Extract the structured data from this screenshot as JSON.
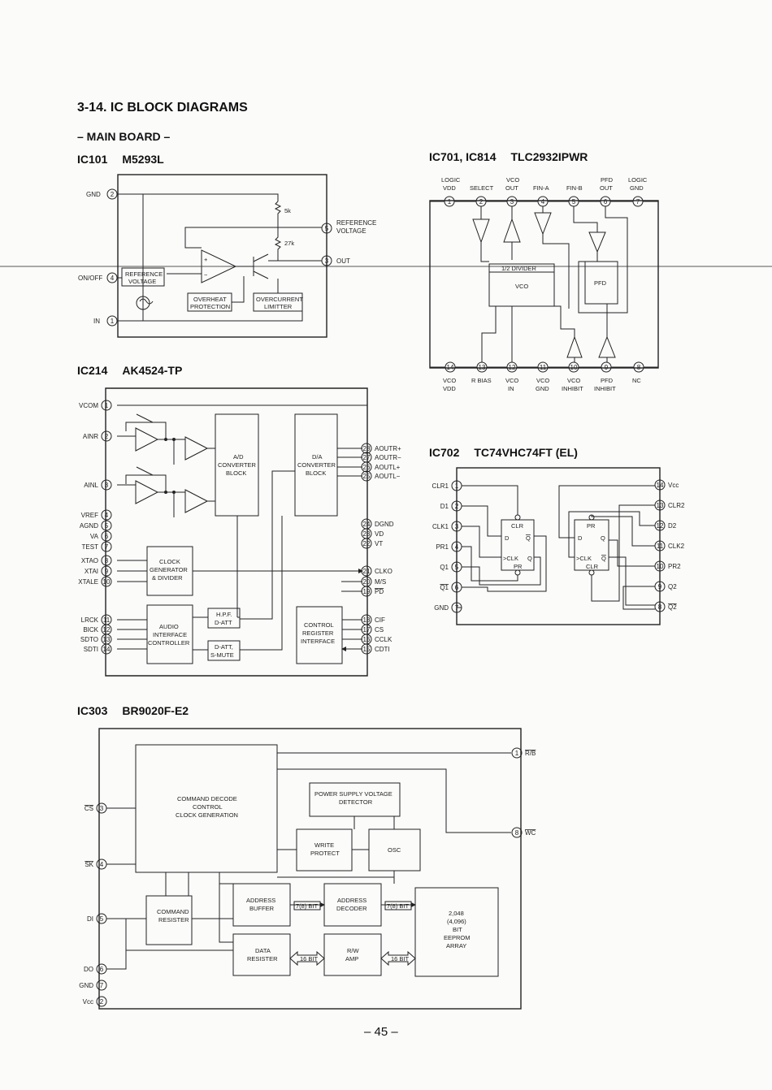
{
  "page": {
    "section_title": "3-14. IC BLOCK DIAGRAMS",
    "board_title": "– MAIN BOARD –",
    "page_number": "– 45 –"
  },
  "ic101": {
    "ref": "IC101",
    "part": "M5293L",
    "pins": [
      {
        "num": "2",
        "label": "GND"
      },
      {
        "num": "5",
        "label": "REFERENCE VOLTAGE"
      },
      {
        "num": "3",
        "label": "OUT"
      },
      {
        "num": "4",
        "label": "ON/OFF"
      },
      {
        "num": "1",
        "label": "IN"
      }
    ],
    "resistors": [
      "5k",
      "27k"
    ],
    "blocks": {
      "reference_voltage": "REFERENCE VOLTAGE",
      "overheat_protection": "OVERHEAT PROTECTION",
      "overcurrent_limitter": "OVERCURRENT LIMITTER"
    }
  },
  "ic701": {
    "ref": "IC701, IC814",
    "part": "TLC2932IPWR",
    "top_pins": [
      {
        "num": "1",
        "label": "LOGIC VDD"
      },
      {
        "num": "2",
        "label": "SELECT"
      },
      {
        "num": "3",
        "label": "VCO OUT"
      },
      {
        "num": "4",
        "label": "FIN-A"
      },
      {
        "num": "5",
        "label": "FIN-B"
      },
      {
        "num": "6",
        "label": "PFD OUT"
      },
      {
        "num": "7",
        "label": "LOGIC GND"
      }
    ],
    "bottom_pins": [
      {
        "num": "14",
        "label": "VCO VDD"
      },
      {
        "num": "13",
        "label": "R BIAS"
      },
      {
        "num": "12",
        "label": "VCO IN"
      },
      {
        "num": "11",
        "label": "VCO GND"
      },
      {
        "num": "10",
        "label": "VCO INHIBIT"
      },
      {
        "num": "9",
        "label": "PFD INHIBIT"
      },
      {
        "num": "8",
        "label": "NC"
      }
    ],
    "blocks": {
      "divider": "1/2 DIVIDER",
      "vco": "VCO",
      "pfd": "PFD"
    }
  },
  "ic214": {
    "ref": "IC214",
    "part": "AK4524-TP",
    "left_pins": [
      {
        "num": "1",
        "label": "VCOM"
      },
      {
        "num": "2",
        "label": "AINR"
      },
      {
        "num": "3",
        "label": "AINL"
      },
      {
        "num": "4",
        "label": "VREF"
      },
      {
        "num": "5",
        "label": "AGND"
      },
      {
        "num": "6",
        "label": "VA"
      },
      {
        "num": "7",
        "label": "TEST"
      },
      {
        "num": "8",
        "label": "XTAO"
      },
      {
        "num": "9",
        "label": "XTAI"
      },
      {
        "num": "10",
        "label": "XTALE"
      },
      {
        "num": "11",
        "label": "LRCK"
      },
      {
        "num": "12",
        "label": "BICK"
      },
      {
        "num": "13",
        "label": "SDTO"
      },
      {
        "num": "14",
        "label": "SDTI"
      }
    ],
    "right_pins": [
      {
        "num": "28",
        "label": "AOUTR+"
      },
      {
        "num": "27",
        "label": "AOUTR−"
      },
      {
        "num": "26",
        "label": "AOUTL+"
      },
      {
        "num": "25",
        "label": "AOUTL−"
      },
      {
        "num": "24",
        "label": "DGND"
      },
      {
        "num": "23",
        "label": "VD"
      },
      {
        "num": "22",
        "label": "VT"
      },
      {
        "num": "21",
        "label": "CLKO"
      },
      {
        "num": "20",
        "label": "M/S"
      },
      {
        "num": "19",
        "label": "PD"
      },
      {
        "num": "18",
        "label": "CIF"
      },
      {
        "num": "17",
        "label": "CS"
      },
      {
        "num": "16",
        "label": "CCLK"
      },
      {
        "num": "15",
        "label": "CDTI"
      }
    ],
    "blocks": {
      "ad": "A/D CONVERTER BLOCK",
      "da": "D/A CONVERTER BLOCK",
      "clock": "CLOCK GENERATOR & DIVIDER",
      "audio": "AUDIO INTERFACE CONTROLLER",
      "hpf": "H.P.F. D-ATT",
      "datt": "D-ATT, S-MUTE",
      "control": "CONTROL REGISTER INTERFACE"
    }
  },
  "ic702": {
    "ref": "IC702",
    "part": "TC74VHC74FT (EL)",
    "left_pins": [
      {
        "num": "1",
        "label": "CLR1"
      },
      {
        "num": "2",
        "label": "D1"
      },
      {
        "num": "3",
        "label": "CLK1"
      },
      {
        "num": "4",
        "label": "PR1"
      },
      {
        "num": "5",
        "label": "Q1"
      },
      {
        "num": "6",
        "label": "Q1"
      },
      {
        "num": "7",
        "label": "GND"
      }
    ],
    "right_pins": [
      {
        "num": "14",
        "label": "Vcc"
      },
      {
        "num": "13",
        "label": "CLR2"
      },
      {
        "num": "12",
        "label": "D2"
      },
      {
        "num": "11",
        "label": "CLK2"
      },
      {
        "num": "10",
        "label": "PR2"
      },
      {
        "num": "9",
        "label": "Q2"
      },
      {
        "num": "8",
        "label": "Q2"
      }
    ],
    "ff_labels": {
      "clr": "CLR",
      "pr": "PR",
      "d": "D",
      "q": "Q",
      "qbar": "Q",
      "clk": ">CLK"
    }
  },
  "ic303": {
    "ref": "IC303",
    "part": "BR9020F-E2",
    "left_pins": [
      {
        "num": "3",
        "label": "CS"
      },
      {
        "num": "4",
        "label": "SK"
      },
      {
        "num": "5",
        "label": "DI"
      },
      {
        "num": "6",
        "label": "DO"
      },
      {
        "num": "7",
        "label": "GND"
      },
      {
        "num": "2",
        "label": "Vcc"
      }
    ],
    "right_pins": [
      {
        "num": "1",
        "label": "R/B"
      },
      {
        "num": "8",
        "label": "WC"
      }
    ],
    "blocks": {
      "command_decode": "COMMAND DECODE CONTROL CLOCK GENERATION",
      "power_supply": "POWER SUPPLY VOLTAGE DETECTOR",
      "write_protect": "WRITE PROTECT",
      "osc": "OSC",
      "command_register": "COMMAND RESISTER",
      "address_buffer": "ADDRESS BUFFER",
      "address_decoder": "ADDRESS DECODER",
      "data_register": "DATA RESISTER",
      "rw_amp": "R/W AMP",
      "eeprom": "2,048 (4,096) BIT EEPROM ARRAY"
    },
    "bus_labels": {
      "addr1": "7(8) BIT",
      "addr2": "7(8) BIT",
      "data1": "16 BIT",
      "data2": "16 BIT"
    }
  }
}
